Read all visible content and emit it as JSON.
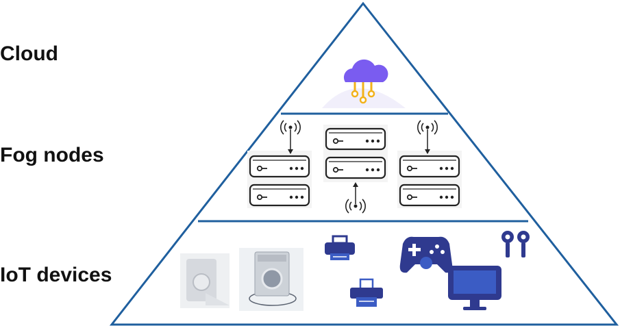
{
  "layers": {
    "cloud": "Cloud",
    "fog": "Fog nodes",
    "iot": "IoT devices"
  },
  "colors": {
    "outline": "#1f5f9e",
    "cloud_purple": "#7a5cf0",
    "cloud_gold": "#f2b21a",
    "device_navy": "#2f3a8f",
    "device_blue": "#3b5cc4",
    "appliance_gray": "#c8ccd2",
    "server_stroke": "#222222"
  },
  "icons": {
    "cloud": "cloud-network-icon",
    "servers": [
      "server-rack-icon",
      "server-rack-icon",
      "server-rack-icon"
    ],
    "antennas": [
      "antenna-signal-icon",
      "antenna-signal-icon",
      "antenna-signal-icon"
    ],
    "devices": [
      "washer-dryer-icon",
      "washing-machine-icon",
      "printer-icon",
      "printer-icon",
      "gamepad-icon",
      "earphones-icon",
      "monitor-icon"
    ]
  }
}
